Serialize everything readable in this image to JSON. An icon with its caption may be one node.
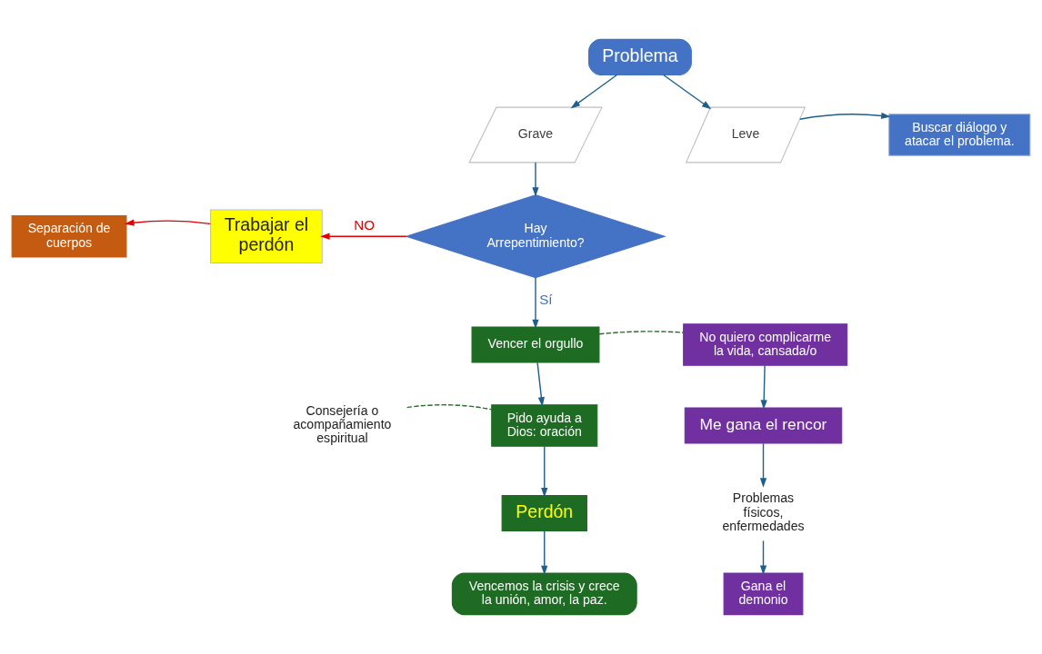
{
  "diagram": {
    "nodes": [
      {
        "text": [
          "Problema"
        ]
      },
      {
        "text": [
          "Grave"
        ]
      },
      {
        "text": [
          "Leve"
        ]
      },
      {
        "text": [
          "Buscar diálogo y atacar el problema."
        ]
      },
      {
        "text": [
          "Hay Arrepentimiento?"
        ]
      },
      {
        "text": [
          "Separación de cuerpos"
        ]
      },
      {
        "text": [
          "Trabajar el perdón"
        ]
      },
      {
        "text": [
          "Vencer el orgullo"
        ]
      },
      {
        "text": [
          "No quiero complicarme la vida, cansada/o"
        ]
      },
      {
        "text": [
          "Consejería o acompañamiento espiritual"
        ]
      },
      {
        "text": [
          "Pido ayuda a Dios: oración"
        ]
      },
      {
        "text": [
          "Me gana el rencor"
        ]
      },
      {
        "text": [
          "Problemas físicos, enfermedades"
        ]
      },
      {
        "text": [
          "Perdón"
        ]
      },
      {
        "text": [
          "Gana el demonio"
        ]
      },
      {
        "text": [
          "Vencemos la crisis y crece la unión, amor, la paz."
        ]
      }
    ],
    "edges": [
      {
        "from": 0,
        "to": 1,
        "arrow": "to"
      },
      {
        "from": 0,
        "to": 2,
        "arrow": "to"
      },
      {
        "from": 2,
        "to": 3,
        "arrow": "to"
      },
      {
        "from": 1,
        "to": 4,
        "arrow": "to"
      },
      {
        "from": 4,
        "to": 6,
        "arrow": "to",
        "label": "NO",
        "color": "#e00000"
      },
      {
        "from": 6,
        "to": 5,
        "arrow": "to",
        "color": "#e00000"
      },
      {
        "from": 4,
        "to": 7,
        "arrow": "to",
        "label": "Sí"
      },
      {
        "from": 7,
        "to": 8,
        "arrow": "none",
        "style": "dashed",
        "color": "#2e6b2e"
      },
      {
        "from": 7,
        "to": 10,
        "arrow": "to"
      },
      {
        "from": 9,
        "to": 10,
        "arrow": "none",
        "style": "dashed",
        "color": "#2e6b2e"
      },
      {
        "from": 10,
        "to": 13,
        "arrow": "to"
      },
      {
        "from": 13,
        "to": 15,
        "arrow": "to"
      },
      {
        "from": 8,
        "to": 11,
        "arrow": "to"
      },
      {
        "from": 11,
        "to": 12,
        "arrow": "to"
      },
      {
        "from": 12,
        "to": 14,
        "arrow": "to"
      }
    ]
  }
}
